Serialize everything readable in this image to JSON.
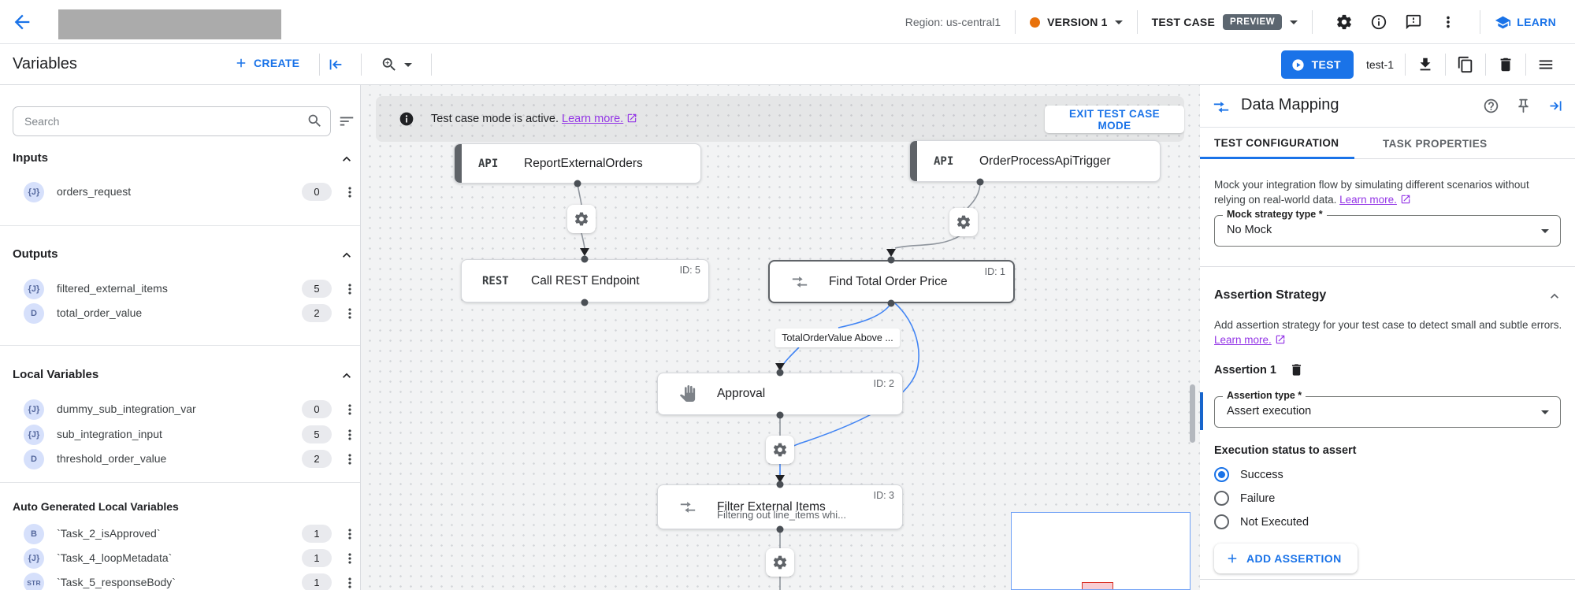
{
  "colors": {
    "accent": "#1a73e8",
    "link_purple": "#9334e6",
    "version_dot": "#e8710a",
    "preview_bg": "#5c6670"
  },
  "header": {
    "region": "Region: us-central1",
    "version": "VERSION 1",
    "test_case": "TEST CASE",
    "preview": "PREVIEW",
    "learn": "LEARN"
  },
  "toolbar": {
    "title": "Variables",
    "create": "CREATE",
    "test": "TEST",
    "test_name": "test-1"
  },
  "sidebar": {
    "search_placeholder": "Search",
    "inputs": {
      "title": "Inputs",
      "rows": [
        {
          "icon": "{J}",
          "name": "orders_request",
          "count": "0"
        }
      ]
    },
    "outputs": {
      "title": "Outputs",
      "rows": [
        {
          "icon": "{J}",
          "name": "filtered_external_items",
          "count": "5"
        },
        {
          "icon": "D",
          "name": "total_order_value",
          "count": "2"
        }
      ]
    },
    "locals": {
      "title": "Local Variables",
      "rows": [
        {
          "icon": "{J}",
          "name": "dummy_sub_integration_var",
          "count": "0"
        },
        {
          "icon": "{J}",
          "name": "sub_integration_input",
          "count": "5"
        },
        {
          "icon": "D",
          "name": "threshold_order_value",
          "count": "2"
        }
      ]
    },
    "autogen": {
      "title": "Auto Generated Local Variables",
      "rows": [
        {
          "icon": "B",
          "name": "`Task_2_isApproved`",
          "count": "1"
        },
        {
          "icon": "{J}",
          "name": "`Task_4_loopMetadata`",
          "count": "1"
        },
        {
          "icon": "STR",
          "name": "`Task_5_responseBody`",
          "count": "1"
        }
      ]
    }
  },
  "canvas": {
    "banner": {
      "text": "Test case mode is active.",
      "link": "Learn more.",
      "exit": "EXIT TEST CASE MODE"
    },
    "nodes": {
      "report": {
        "tag": "API",
        "title": "ReportExternalOrders"
      },
      "trigger": {
        "tag": "API",
        "title": "OrderProcessApiTrigger"
      },
      "rest": {
        "tag": "REST",
        "title": "Call REST Endpoint",
        "id": "ID: 5"
      },
      "find": {
        "title": "Find Total Order Price",
        "id": "ID: 1"
      },
      "approval": {
        "title": "Approval",
        "id": "ID: 2"
      },
      "filter": {
        "title": "Filter External Items",
        "subtitle": "Filtering out line_items whi...",
        "id": "ID: 3"
      }
    },
    "edge_label": "TotalOrderValue Above ..."
  },
  "panel": {
    "title": "Data Mapping",
    "tab_active": "TEST CONFIGURATION",
    "tab_inactive": "TASK PROPERTIES",
    "mock_desc": "Mock your integration flow by simulating different scenarios without relying on real-world data.",
    "mock_link": "Learn more.",
    "mock_label": "Mock strategy type *",
    "mock_value": "No Mock",
    "assertion_title": "Assertion Strategy",
    "assertion_desc": "Add assertion strategy for your test case to detect small and subtle errors.",
    "assertion_link": "Learn more.",
    "assertion_item": "Assertion 1",
    "type_label": "Assertion type *",
    "type_value": "Assert execution",
    "status_label": "Execution status to assert",
    "radio_success": "Success",
    "radio_failure": "Failure",
    "radio_not_executed": "Not Executed",
    "add_button": "ADD ASSERTION"
  }
}
